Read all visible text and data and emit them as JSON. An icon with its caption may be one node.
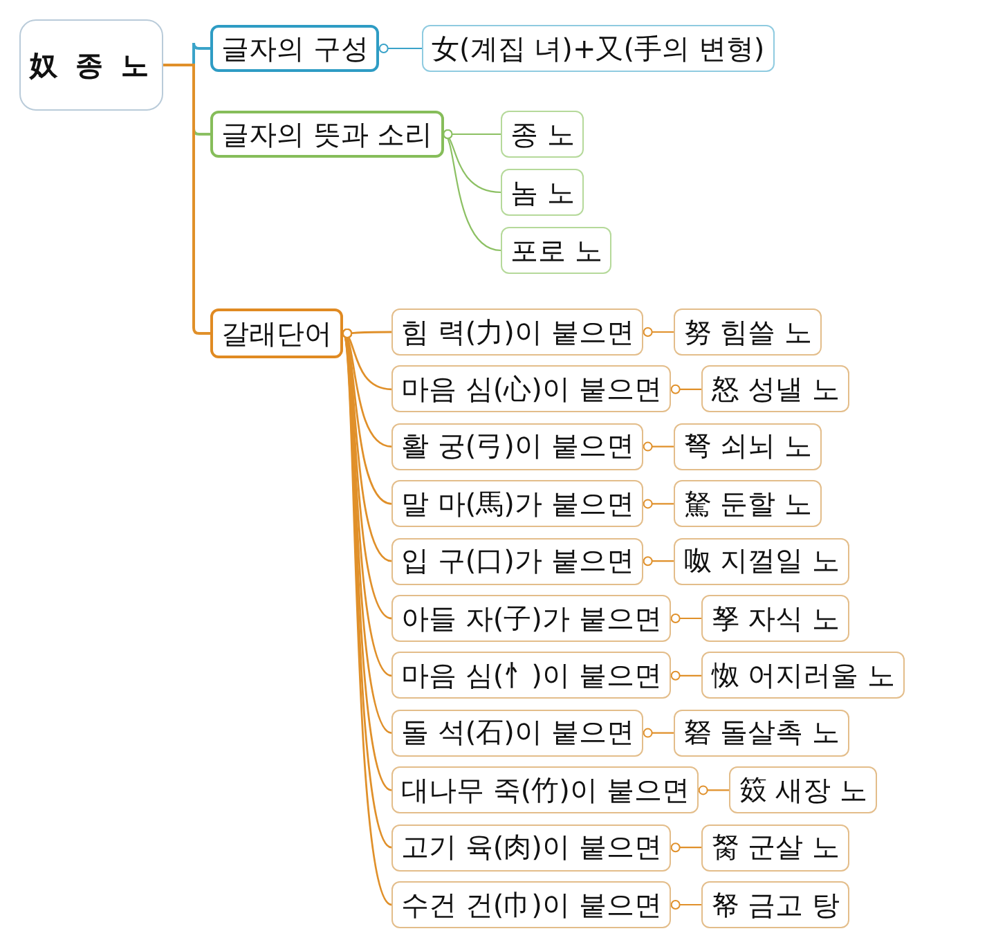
{
  "diagram": {
    "nodes": [
      {
        "text": [
          "奴 종 노"
        ]
      },
      {
        "text": [
          "글자의 구성"
        ]
      },
      {
        "text": [
          "女(계집 녀)+又(手의 변형)"
        ]
      },
      {
        "text": [
          "글자의 뜻과 소리"
        ]
      },
      {
        "text": [
          "종 노"
        ]
      },
      {
        "text": [
          "놈 노"
        ]
      },
      {
        "text": [
          "포로 노"
        ]
      },
      {
        "text": [
          "갈래단어"
        ]
      },
      {
        "text": [
          "힘 력(力)이 붙으면"
        ]
      },
      {
        "text": [
          "努 힘쓸 노"
        ]
      },
      {
        "text": [
          "마음 심(心)이 붙으면"
        ]
      },
      {
        "text": [
          "怒 성낼 노"
        ]
      },
      {
        "text": [
          "활 궁(弓)이 붙으면"
        ]
      },
      {
        "text": [
          "弩 쇠뇌 노"
        ]
      },
      {
        "text": [
          "말 마(馬)가 붙으면"
        ]
      },
      {
        "text": [
          "駑 둔할 노"
        ]
      },
      {
        "text": [
          "입 구(口)가 붙으면"
        ]
      },
      {
        "text": [
          "呶 지껄일 노"
        ]
      },
      {
        "text": [
          "아들 자(子)가 붙으면"
        ]
      },
      {
        "text": [
          "孥 자식 노"
        ]
      },
      {
        "text": [
          "마음 심(忄)이 붙으면"
        ]
      },
      {
        "text": [
          "怓 어지러울 노"
        ]
      },
      {
        "text": [
          "돌 석(石)이 붙으면"
        ]
      },
      {
        "text": [
          "砮 돌살촉 노"
        ]
      },
      {
        "text": [
          "대나무 죽(竹)이 붙으면"
        ]
      },
      {
        "text": [
          "笯 새장 노"
        ]
      },
      {
        "text": [
          "고기 육(肉)이 붙으면"
        ]
      },
      {
        "text": [
          "胬 군살 노"
        ]
      },
      {
        "text": [
          "수건 건(巾)이 붙으면"
        ]
      },
      {
        "text": [
          "帑 금고 탕"
        ]
      }
    ],
    "edges": [
      {
        "from": 0,
        "to": 1,
        "arrow": "none",
        "color": "#3aa3c9"
      },
      {
        "from": 0,
        "to": 3,
        "arrow": "none",
        "color": "#8cc063"
      },
      {
        "from": 0,
        "to": 7,
        "arrow": "none"
      },
      {
        "from": 1,
        "to": 2,
        "arrow": "other",
        "color": "#3aa3c9"
      },
      {
        "from": 3,
        "to": 4,
        "arrow": "other",
        "color": "#8cc063"
      },
      {
        "from": 3,
        "to": 5,
        "arrow": "other",
        "color": "#8cc063"
      },
      {
        "from": 3,
        "to": 6,
        "arrow": "other",
        "color": "#8cc063"
      },
      {
        "from": 7,
        "to": 8,
        "arrow": "other"
      },
      {
        "from": 8,
        "to": 9,
        "arrow": "other"
      },
      {
        "from": 7,
        "to": 10,
        "arrow": "other"
      },
      {
        "from": 10,
        "to": 11,
        "arrow": "other"
      },
      {
        "from": 7,
        "to": 12,
        "arrow": "other"
      },
      {
        "from": 12,
        "to": 13,
        "arrow": "other"
      },
      {
        "from": 7,
        "to": 14,
        "arrow": "other"
      },
      {
        "from": 14,
        "to": 15,
        "arrow": "other"
      },
      {
        "from": 7,
        "to": 16,
        "arrow": "other"
      },
      {
        "from": 16,
        "to": 17,
        "arrow": "other"
      },
      {
        "from": 7,
        "to": 18,
        "arrow": "other"
      },
      {
        "from": 18,
        "to": 19,
        "arrow": "other"
      },
      {
        "from": 7,
        "to": 20,
        "arrow": "other"
      },
      {
        "from": 20,
        "to": 21,
        "arrow": "other"
      },
      {
        "from": 7,
        "to": 22,
        "arrow": "other"
      },
      {
        "from": 22,
        "to": 23,
        "arrow": "other"
      },
      {
        "from": 7,
        "to": 24,
        "arrow": "other"
      },
      {
        "from": 24,
        "to": 25,
        "arrow": "other"
      },
      {
        "from": 7,
        "to": 26,
        "arrow": "other"
      },
      {
        "from": 26,
        "to": 27,
        "arrow": "other"
      },
      {
        "from": 7,
        "to": 28,
        "arrow": "other"
      },
      {
        "from": 28,
        "to": 29,
        "arrow": "other"
      }
    ]
  }
}
